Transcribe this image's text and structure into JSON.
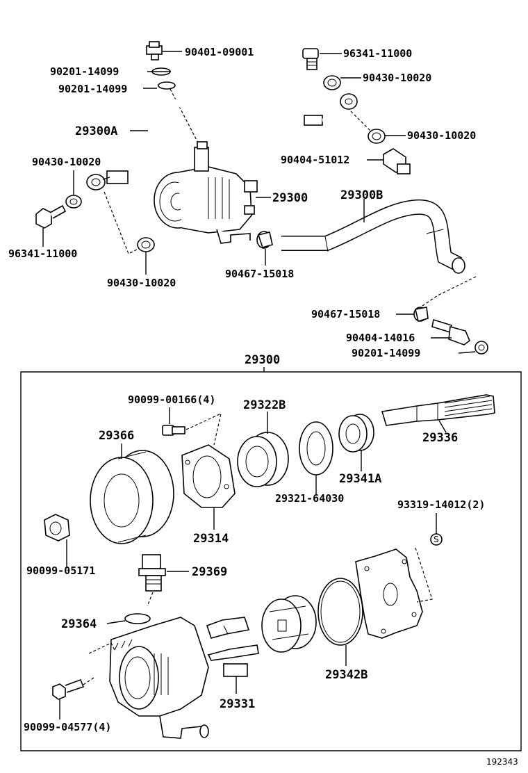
{
  "labels": {
    "l1": "90401-09001",
    "l2": "90201-14099",
    "l3": "90201-14099",
    "l4": "96341-11000",
    "l5": "90430-10020",
    "l6": "90430-10020",
    "l7": "29300A",
    "l8": "90404-51012",
    "l9": "90430-10020",
    "l10": "29300",
    "l11": "29300B",
    "l12": "96341-11000",
    "l13": "90430-10020",
    "l14": "90467-15018",
    "l15": "90467-15018",
    "l16": "90404-14016",
    "l17": "90201-14099",
    "l18": "29300",
    "l19": "90099-00166(4)",
    "l20": "29322B",
    "l21": "29366",
    "l22": "29336",
    "l23": "29341A",
    "l24": "29321-64030",
    "l25": "93319-14012(2)",
    "l26": "29314",
    "l27": "90099-05171",
    "l28": "29369",
    "l29": "29364",
    "l30": "29342B",
    "l31": "29331",
    "l32": "90099-04577(4)"
  },
  "figure_number": "192343"
}
